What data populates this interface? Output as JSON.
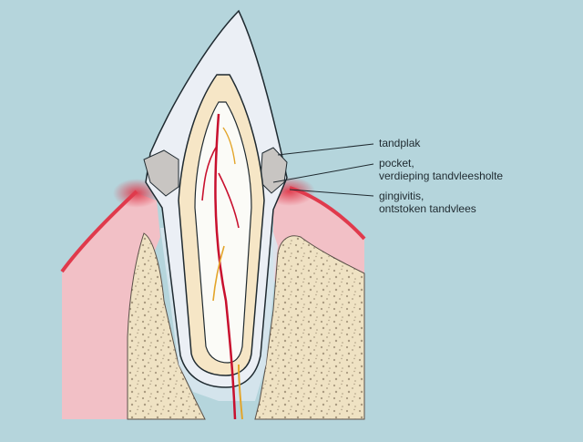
{
  "labels": {
    "plaque": {
      "line1": "tandplak"
    },
    "pocket": {
      "line1": "pocket,",
      "line2": "verdieping tandvleesholte"
    },
    "gingivitis": {
      "line1": "gingivitis,",
      "line2": "ontstoken tandvlees"
    }
  },
  "colors": {
    "background": "#b5d5dc",
    "enamel": "#ebeff5",
    "dentin": "#f6e6c6",
    "pulp": "#fbfbf7",
    "bone": "#efe2c3",
    "gum": "#f2c0c6",
    "inflamed_gum": "#e03a4c",
    "plaque": "#c8c5c2",
    "nerve": "#c8102e",
    "nerve_branch": "#e3a52a"
  }
}
